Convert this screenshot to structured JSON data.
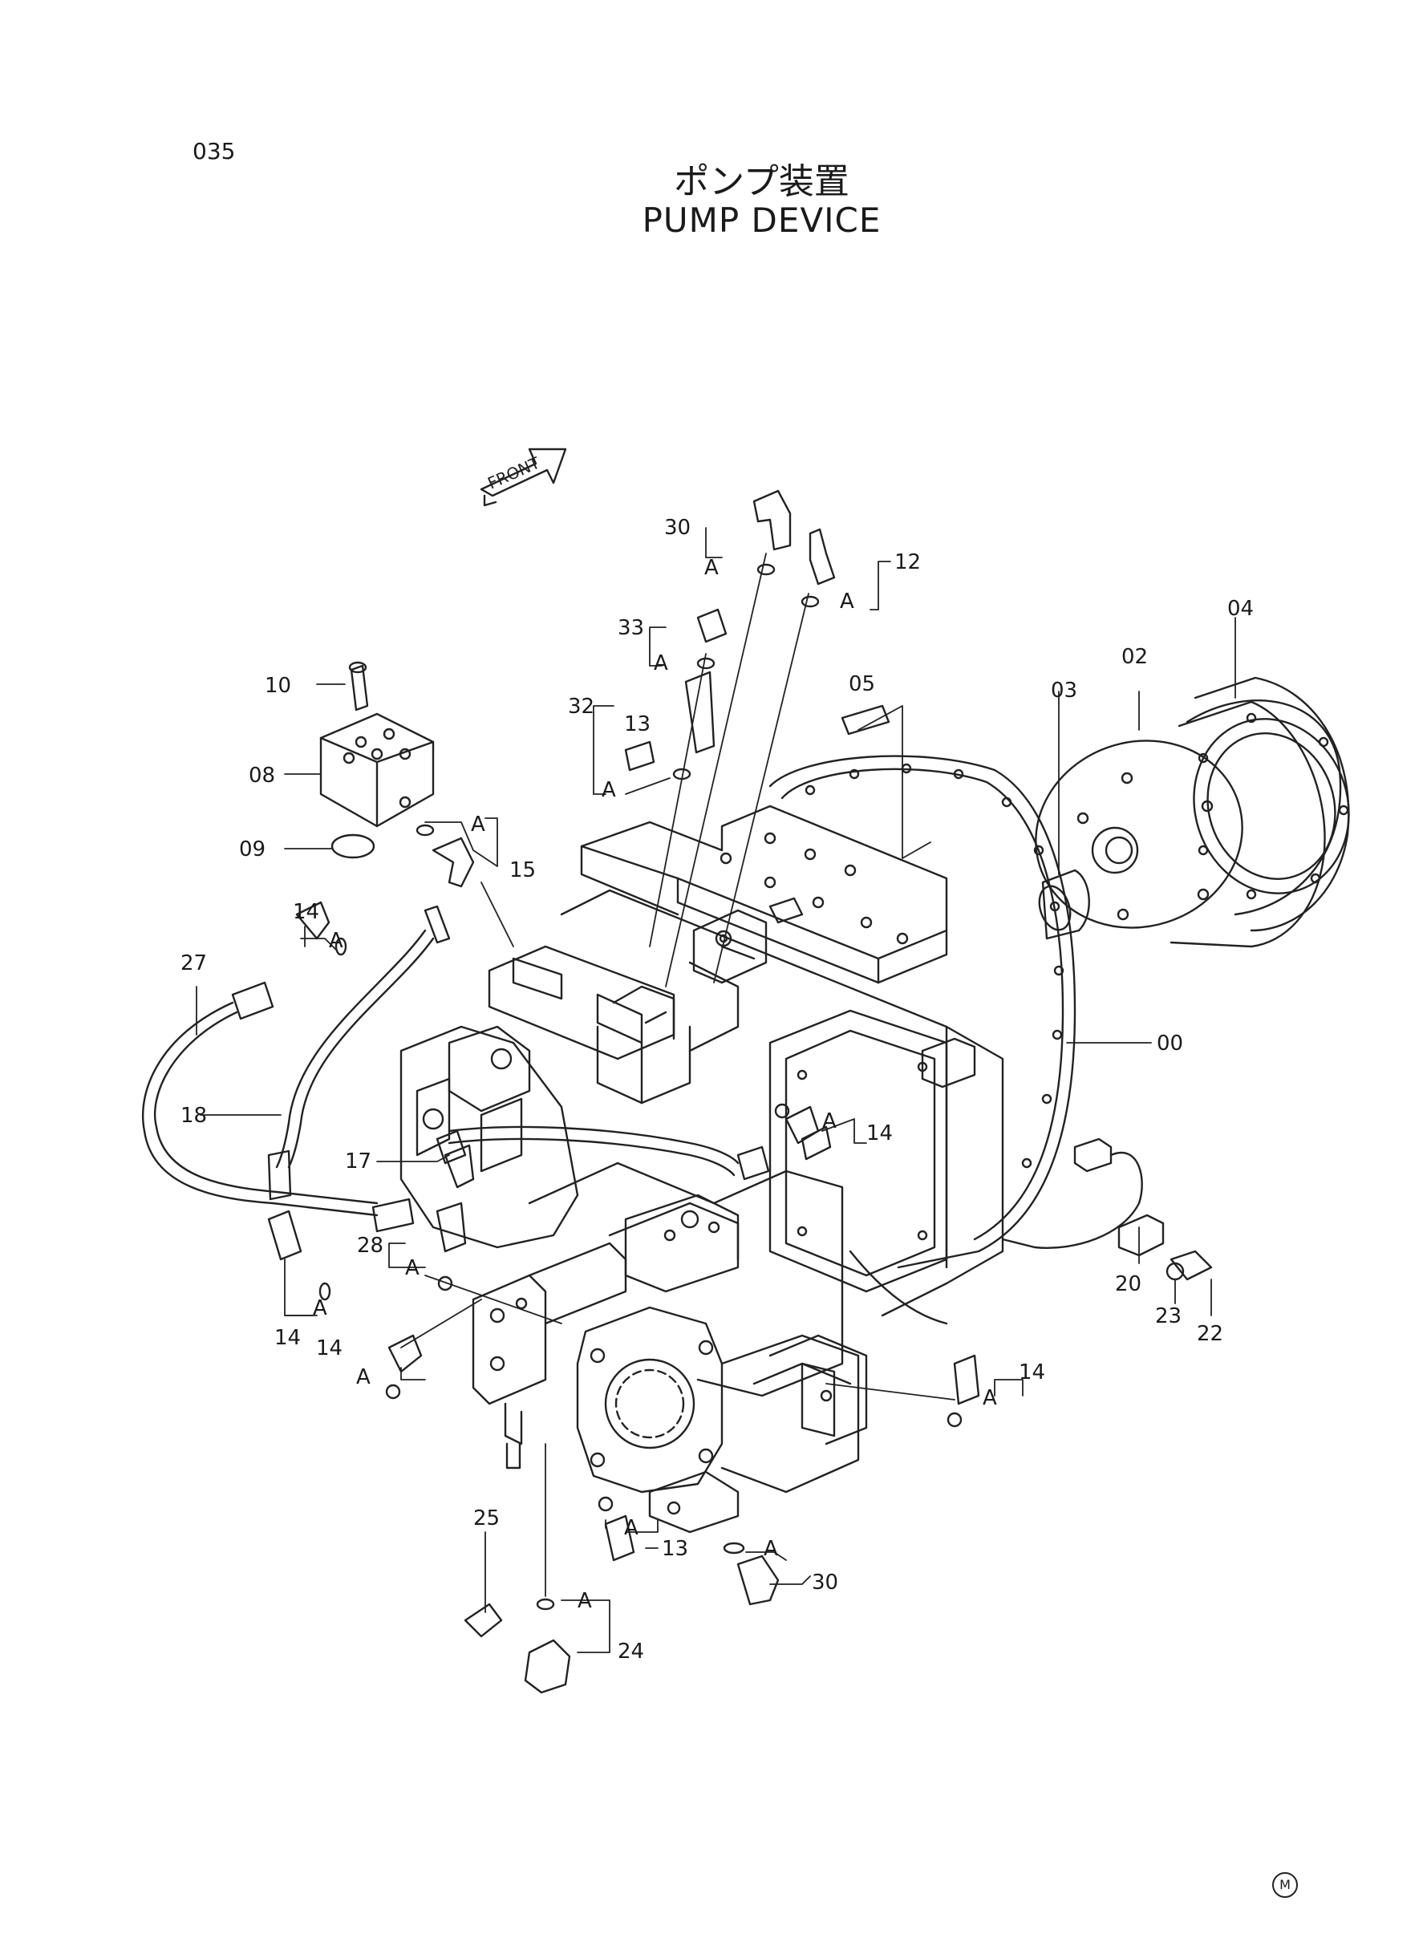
{
  "page_number": "035",
  "title_jp": "ポンプ装置",
  "title_en": "PUMP DEVICE",
  "front_label": "FRONT",
  "corner_mark": "M",
  "part_labels": [
    "00",
    "02",
    "03",
    "04",
    "05",
    "08",
    "09",
    "10",
    "12",
    "13",
    "13",
    "14",
    "14",
    "14",
    "14",
    "14",
    "15",
    "17",
    "18",
    "20",
    "22",
    "23",
    "24",
    "25",
    "27",
    "28",
    "30",
    "30",
    "32",
    "33"
  ],
  "detail_ref": "A"
}
